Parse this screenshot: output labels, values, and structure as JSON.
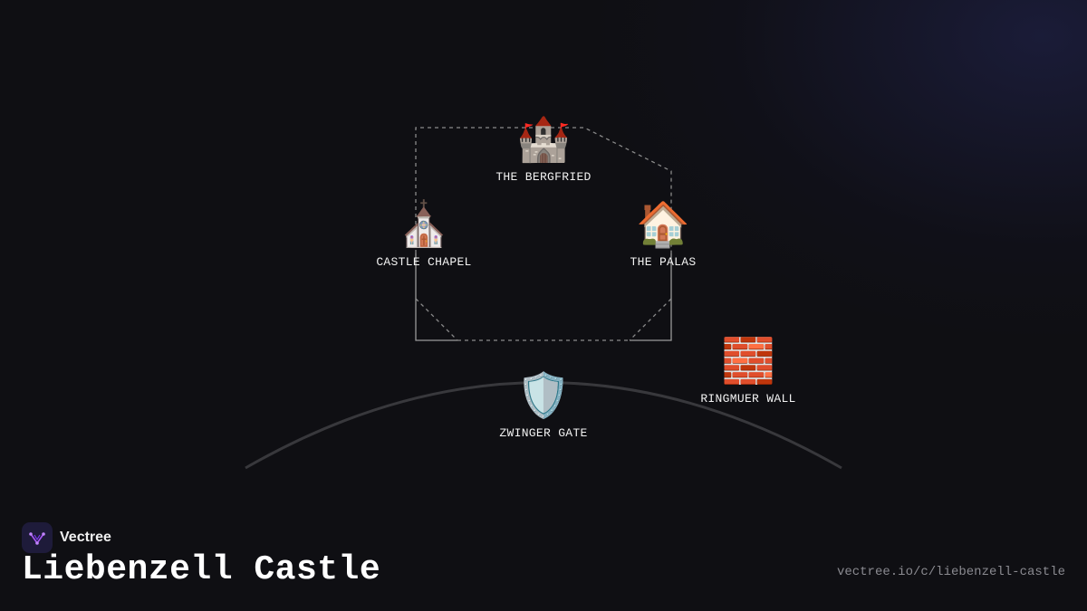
{
  "brand": {
    "name": "Vectree",
    "logo_icon": "vectree-logo-icon"
  },
  "title": "Liebenzell Castle",
  "url": "vectree.io/c/liebenzell-castle",
  "nodes": [
    {
      "id": "bergfried",
      "label": "THE BERGFRIED",
      "icon": "🏰",
      "icon_name": "castle-icon"
    },
    {
      "id": "chapel",
      "label": "CASTLE CHAPEL",
      "icon": "⛪",
      "icon_name": "church-icon"
    },
    {
      "id": "palas",
      "label": "THE PALAS",
      "icon": "🏠",
      "icon_name": "house-icon"
    },
    {
      "id": "wall",
      "label": "RINGMUER WALL",
      "icon": "🧱",
      "icon_name": "brick-icon"
    },
    {
      "id": "gate",
      "label": "ZWINGER GATE",
      "icon": "🛡️",
      "icon_name": "shield-icon"
    }
  ],
  "colors": {
    "background": "#0f0f13",
    "line": "#8a8a8a",
    "arc": "#3a3a3e",
    "accent": "#a855f7"
  }
}
